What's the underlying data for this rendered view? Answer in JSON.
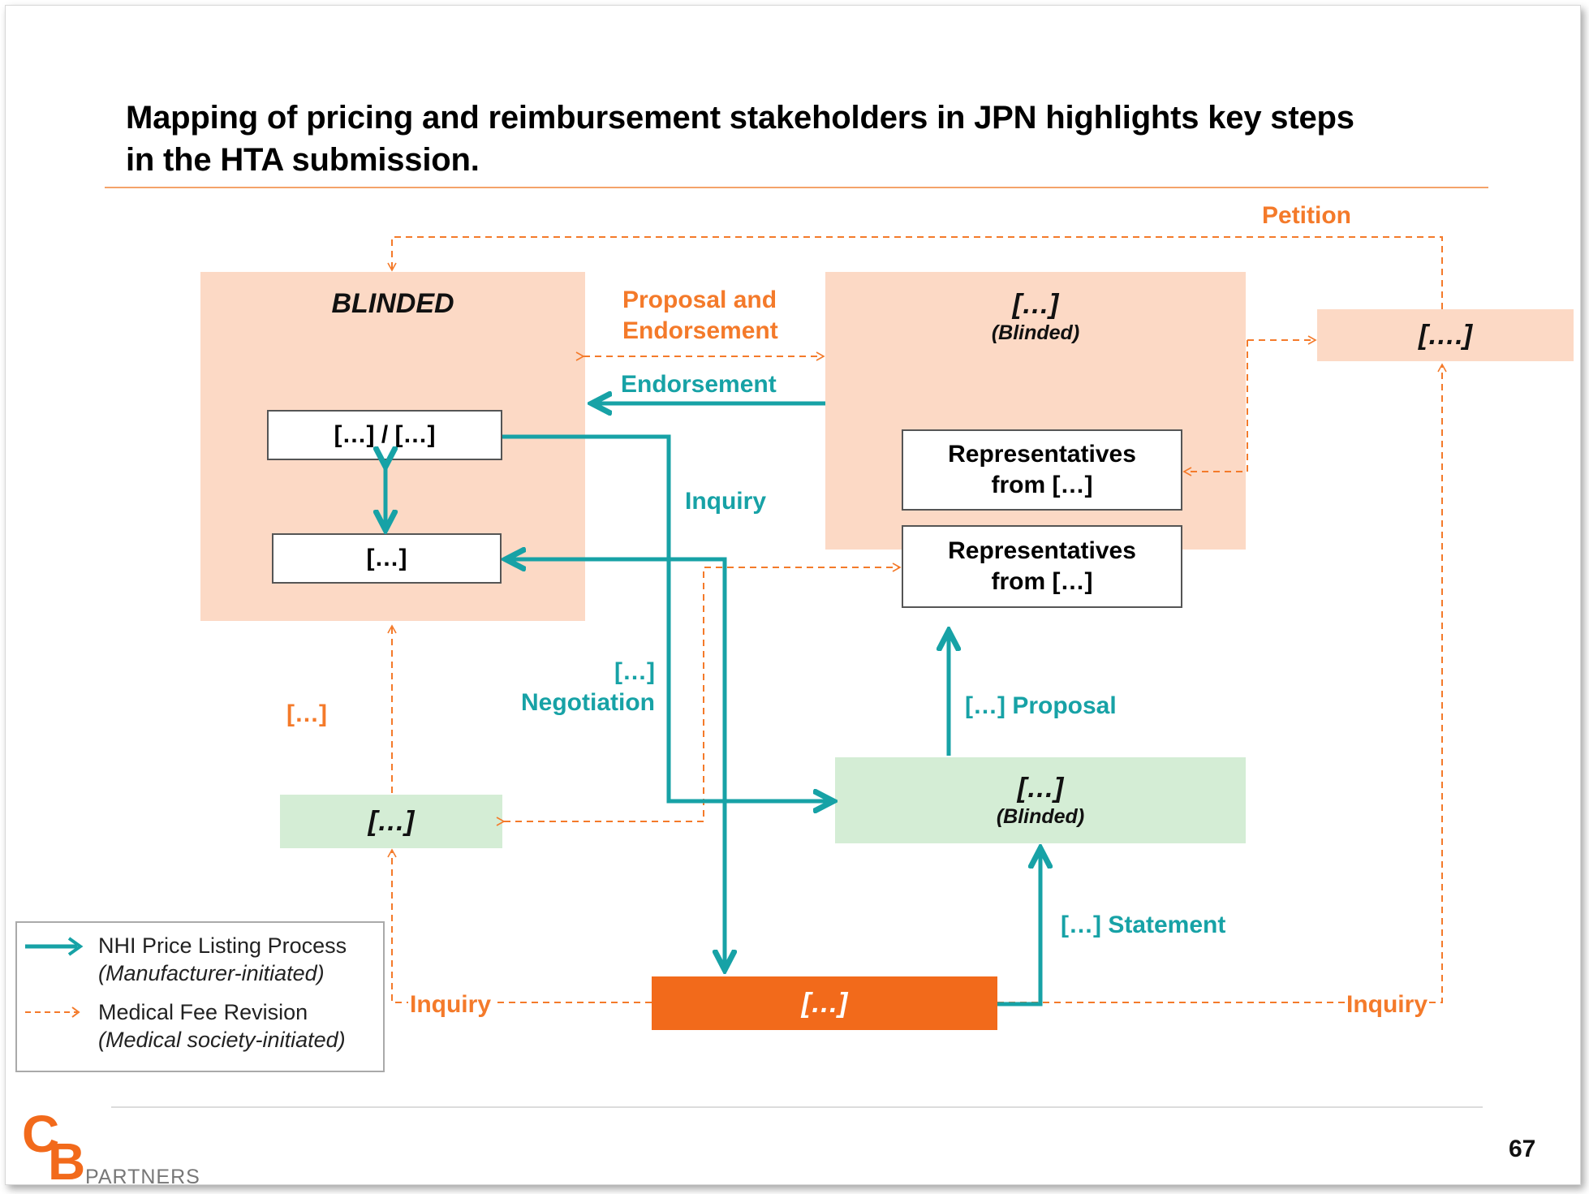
{
  "title_line1": "Mapping of pricing and reimbursement stakeholders in JPN highlights key steps",
  "title_line2": "in the HTA submission.",
  "colors": {
    "teal_arrow": "#17a2a6",
    "orange_dashed": "#f47a2a",
    "peach_fill": "#fcd9c5",
    "green_fill": "#d4edd5",
    "orange_fill": "#f26a1b"
  },
  "nodes": {
    "left_group_title": "BLINDED",
    "left_top_box": "[…] / […]",
    "left_bottom_box": "[…]",
    "right_group_title": "[…]",
    "right_group_sub": "(Blinded)",
    "rep_box_1_line1": "Representatives",
    "rep_box_1_line2": "from […]",
    "rep_box_2_line1": "Representatives",
    "rep_box_2_line2": "from […]",
    "far_right_box": "[….]",
    "green_left_box": "[…]",
    "green_right_title": "[…]",
    "green_right_sub": "(Blinded)",
    "orange_box": "[…]"
  },
  "labels": {
    "petition": "Petition",
    "proposal_endorsement_1": "Proposal and",
    "proposal_endorsement_2": "Endorsement",
    "endorsement": "Endorsement",
    "inquiry_mid": "Inquiry",
    "negotiation_1": "[…]",
    "negotiation_2": "Negotiation",
    "left_orange": "[…]",
    "proposal": "[…] Proposal",
    "statement": "[…] Statement",
    "inquiry_left": "Inquiry",
    "inquiry_right": "Inquiry"
  },
  "legend": {
    "item1_label": "NHI Price Listing Process",
    "item1_sub": "(Manufacturer-initiated)",
    "item2_label": "Medical Fee Revision",
    "item2_sub": "(Medical society-initiated)"
  },
  "footer": {
    "logo_c": "C",
    "logo_b": "B",
    "logo_partners": "PARTNERS",
    "page_number": "67"
  }
}
